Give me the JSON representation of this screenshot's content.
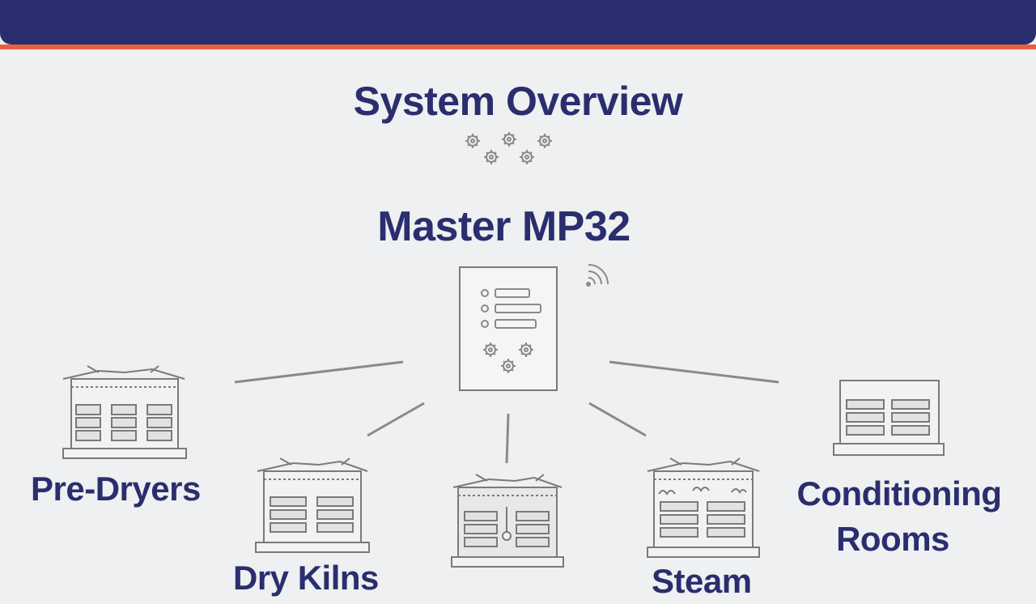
{
  "header": {
    "bar_color": "#2a2e6e",
    "accent_color": "#e8603a"
  },
  "title": "System Overview",
  "master": {
    "label": "Master MP32",
    "icons": [
      "gear-icon",
      "wifi-signal-icon"
    ]
  },
  "nodes": [
    {
      "id": "pre-dryers",
      "label": "Pre-Dryers"
    },
    {
      "id": "dry-kilns",
      "label": "Dry Kilns"
    },
    {
      "id": "center-kiln",
      "label": ""
    },
    {
      "id": "steam",
      "label": "Steam"
    },
    {
      "id": "conditioning-rooms",
      "label_line1": "Conditioning",
      "label_line2": "Rooms"
    }
  ],
  "colors": {
    "text": "#2a2e6e",
    "line": "#8a8a8a",
    "icon_stroke": "#7a7a7a",
    "background": "#eef0f1"
  }
}
